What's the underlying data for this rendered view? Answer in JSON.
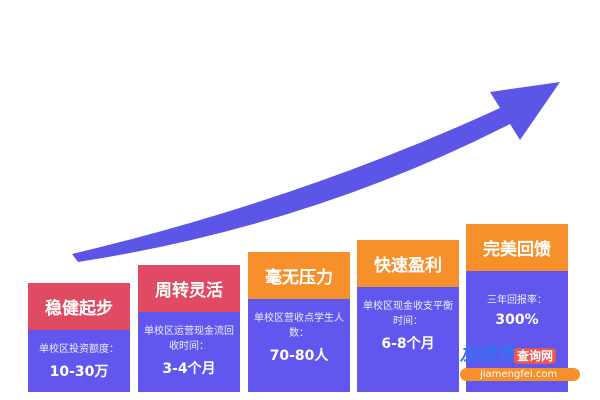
{
  "colors": {
    "arrow": "#5b55e8",
    "red": "#e04a63",
    "orange": "#f7902a",
    "body": "#6157ef"
  },
  "cards": [
    {
      "title": "稳健起步",
      "desc": "单校区投资额度：",
      "value": "10-30万",
      "color": "#e04a63"
    },
    {
      "title": "周转灵活",
      "desc": "单校区运营现金流回收时间：",
      "value": "3-4个月",
      "color": "#e04a63"
    },
    {
      "title": "毫无压力",
      "desc": "单校区营收点学生人数：",
      "value": "70-80人",
      "color": "#f7902a"
    },
    {
      "title": "快速盈利",
      "desc": "单校区现金收支平衡时间：",
      "value": "6-8个月",
      "color": "#f7902a"
    },
    {
      "title": "完美回馈",
      "desc": "三年回报率：",
      "value": "300%",
      "color": "#f7902a"
    }
  ],
  "watermark": {
    "brand": "加盟费",
    "tag": "查询网",
    "url": "jiamengfei.com"
  }
}
